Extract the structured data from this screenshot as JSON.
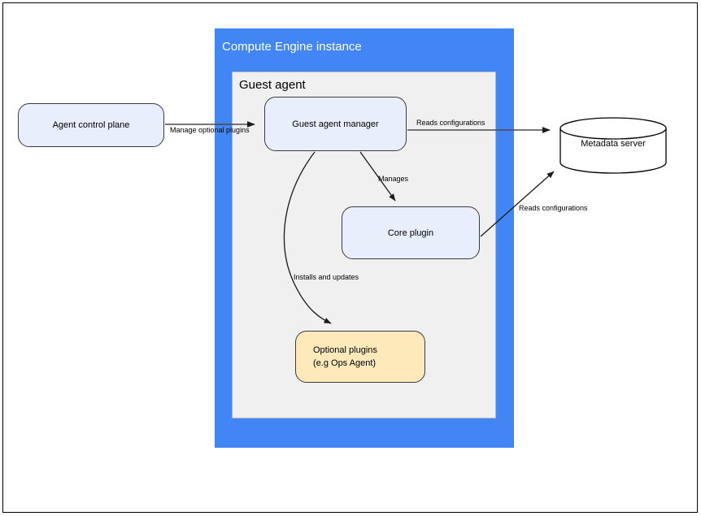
{
  "diagram": {
    "title_visible": false,
    "containers": [
      {
        "id": "compute-engine-instance",
        "label": "Compute Engine instance",
        "color": "#4285f4"
      },
      {
        "id": "guest-agent",
        "label": "Guest agent",
        "color": "#f0f0f0"
      }
    ],
    "nodes": [
      {
        "id": "agent-control-plane",
        "label": "Agent control plane",
        "shape": "rounded-rectangle",
        "fill": "#e9eefc",
        "stroke": "#3a3a42"
      },
      {
        "id": "guest-agent-manager",
        "label": "Guest agent manager",
        "shape": "rounded-rectangle",
        "fill": "#e9eefc",
        "stroke": "#3a3a42"
      },
      {
        "id": "core-plugin",
        "label": "Core plugin",
        "shape": "rounded-rectangle",
        "fill": "#e9eefc",
        "stroke": "#3a3a42"
      },
      {
        "id": "optional-plugins",
        "label_line1": "Optional plugins",
        "label_line2": "(e.g  Ops Agent)",
        "shape": "rounded-rectangle",
        "fill": "#fde9b9",
        "stroke": "#3a3a42"
      },
      {
        "id": "metadata-server",
        "label": "Metadata server",
        "shape": "cylinder",
        "fill": "#ffffff",
        "stroke": "#000000"
      }
    ],
    "edges": [
      {
        "id": "agent-control-plane-to-guest-agent-manager",
        "label": "Manage optional plugins",
        "from": "agent-control-plane",
        "to": "guest-agent-manager",
        "style": "straight-arrow"
      },
      {
        "id": "guest-agent-manager-to-metadata-server",
        "label": "Reads configurations",
        "from": "guest-agent-manager",
        "to": "metadata-server",
        "style": "straight-arrow"
      },
      {
        "id": "guest-agent-manager-to-core-plugin",
        "label": "Manages",
        "from": "guest-agent-manager",
        "to": "core-plugin",
        "style": "straight-arrow"
      },
      {
        "id": "guest-agent-manager-to-optional-plugins",
        "label": "Installs and updates",
        "from": "guest-agent-manager",
        "to": "optional-plugins",
        "style": "curved-arrow"
      },
      {
        "id": "core-plugin-to-metadata-server",
        "label": "Reads configurations",
        "from": "core-plugin",
        "to": "metadata-server",
        "style": "straight-arrow"
      }
    ]
  }
}
